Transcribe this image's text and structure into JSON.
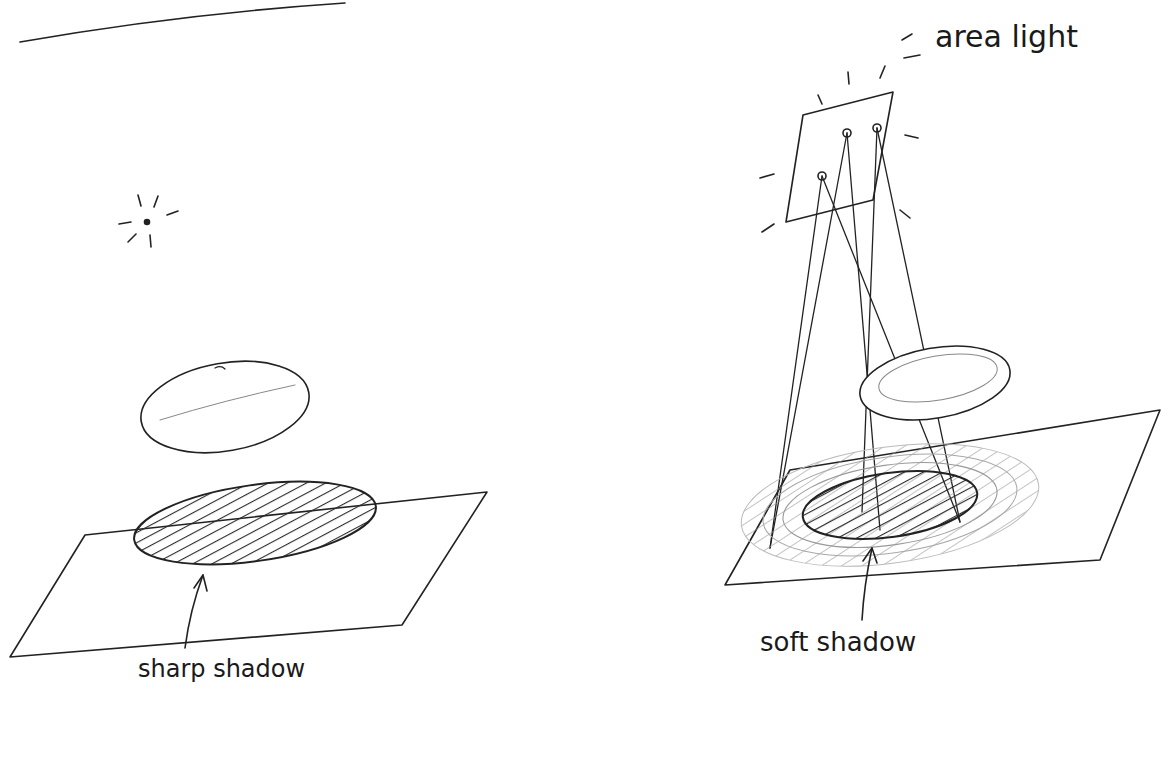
{
  "diagram": {
    "labels": [
      "area light",
      "sharp shadow",
      "soft shadow"
    ]
  }
}
